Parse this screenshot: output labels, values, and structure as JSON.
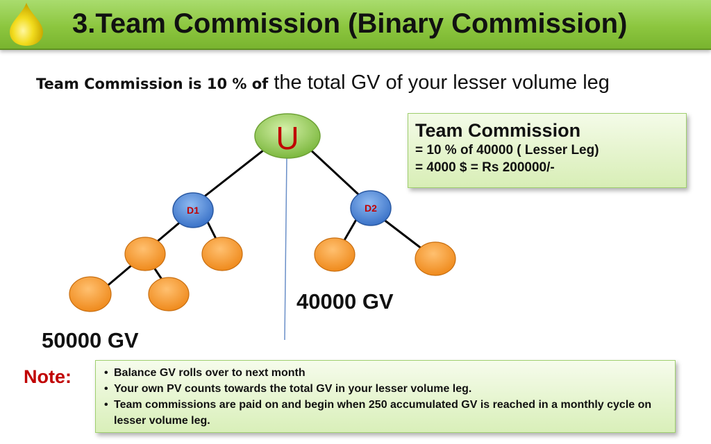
{
  "header": {
    "title": "3.Team Commission (Binary Commission)"
  },
  "intro": {
    "lead": "Team Commission  is 10 % of",
    "rest": " the total GV of your lesser volume leg"
  },
  "tree": {
    "root_label": "U",
    "left_label": "D1",
    "right_label": "D2",
    "colors": {
      "root_fill": "#8fc850",
      "child_fill": "#4a86d8",
      "leaf_fill": "#f59a2c",
      "label_red": "#c00000",
      "divider": "#6a8fc8"
    }
  },
  "commission_box": {
    "title": "Team Commission",
    "line1": "= 10 % of 40000 ( Lesser Leg)",
    "line2": "= 4000 $ = Rs 200000/-"
  },
  "volumes": {
    "right_leg": "40000 GV",
    "left_leg": "50000 GV"
  },
  "note": {
    "label": "Note:",
    "items": [
      "Balance GV rolls over to  next month",
      "Your own PV counts towards the total GV in your lesser volume leg.",
      "Team commissions are paid on and begin when 250  accumulated GV is reached in a monthly cycle on lesser volume leg."
    ]
  }
}
